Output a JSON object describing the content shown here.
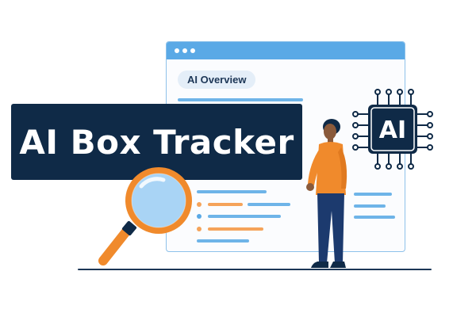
{
  "banner": {
    "title": "AI Box Tracker"
  },
  "browser": {
    "overview_label": "AI Overview"
  },
  "chip": {
    "label": "AI"
  },
  "colors": {
    "navy": "#0f2a47",
    "blue": "#5aa9e6",
    "orange": "#f5a35a",
    "skin": "#8a5a3b"
  },
  "icons": [
    "browser-dots-icon",
    "magnifying-glass-icon",
    "ai-chip-icon",
    "person-illustration"
  ]
}
